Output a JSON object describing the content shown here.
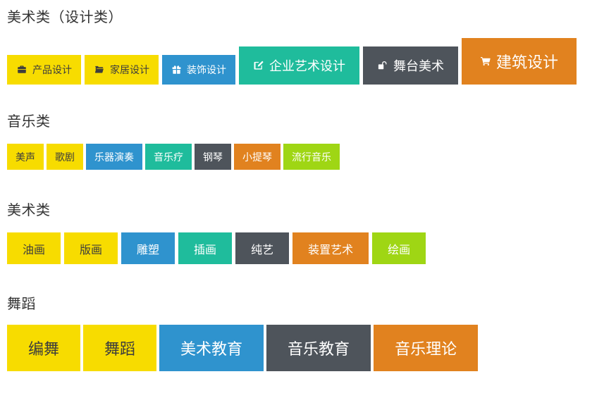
{
  "theme": {
    "page_background": "#ffffff",
    "heading_color": "#333333",
    "colors": {
      "yellow": "#f7dc00",
      "blue": "#2f93ce",
      "teal": "#1fbc9c",
      "dark": "#4e545b",
      "orange": "#e1821f",
      "green": "#9fd614",
      "yellow_text": "#3d3d3d",
      "light_text": "#ffffff"
    }
  },
  "sections": [
    {
      "id": "design",
      "title": "美术类（设计类）",
      "buttons": [
        {
          "label": "产品设计",
          "color": "yellow",
          "icon": "briefcase-icon",
          "size": "s"
        },
        {
          "label": "家居设计",
          "color": "yellow",
          "icon": "folder-open-icon",
          "size": "s"
        },
        {
          "label": "装饰设计",
          "color": "blue",
          "icon": "gift-icon",
          "size": "s"
        },
        {
          "label": "企业艺术设计",
          "color": "teal",
          "icon": "pencil-square-icon",
          "size": "l"
        },
        {
          "label": "舞台美术",
          "color": "dark",
          "icon": "unlock-icon",
          "size": "l"
        },
        {
          "label": "建筑设计",
          "color": "orange",
          "icon": "shopping-cart-icon",
          "size": "xl"
        }
      ]
    },
    {
      "id": "music",
      "title": "音乐类",
      "buttons": [
        {
          "label": "美声",
          "color": "yellow",
          "icon": "",
          "size": "s"
        },
        {
          "label": "歌剧",
          "color": "yellow",
          "icon": "",
          "size": "s"
        },
        {
          "label": "乐器演奏",
          "color": "blue",
          "icon": "",
          "size": "s"
        },
        {
          "label": "音乐疗",
          "color": "teal",
          "icon": "",
          "size": "s"
        },
        {
          "label": "钢琴",
          "color": "dark",
          "icon": "",
          "size": "s"
        },
        {
          "label": "小提琴",
          "color": "orange",
          "icon": "",
          "size": "s"
        },
        {
          "label": "流行音乐",
          "color": "green",
          "icon": "",
          "size": "s"
        }
      ]
    },
    {
      "id": "art",
      "title": "美术类",
      "buttons": [
        {
          "label": "油画",
          "color": "yellow",
          "icon": "",
          "size": "m"
        },
        {
          "label": "版画",
          "color": "yellow",
          "icon": "",
          "size": "m"
        },
        {
          "label": "雕塑",
          "color": "blue",
          "icon": "",
          "size": "m"
        },
        {
          "label": "插画",
          "color": "teal",
          "icon": "",
          "size": "m"
        },
        {
          "label": "纯艺",
          "color": "dark",
          "icon": "",
          "size": "m"
        },
        {
          "label": "装置艺术",
          "color": "orange",
          "icon": "",
          "size": "m"
        },
        {
          "label": "绘画",
          "color": "green",
          "icon": "",
          "size": "m"
        }
      ]
    },
    {
      "id": "dance",
      "title": "舞蹈",
      "buttons": [
        {
          "label": "编舞",
          "color": "yellow",
          "icon": "",
          "size": "xl"
        },
        {
          "label": "舞蹈",
          "color": "yellow",
          "icon": "",
          "size": "xl"
        },
        {
          "label": "美术教育",
          "color": "blue",
          "icon": "",
          "size": "xl"
        },
        {
          "label": "音乐教育",
          "color": "dark",
          "icon": "",
          "size": "xl"
        },
        {
          "label": "音乐理论",
          "color": "orange",
          "icon": "",
          "size": "xl"
        }
      ]
    }
  ]
}
